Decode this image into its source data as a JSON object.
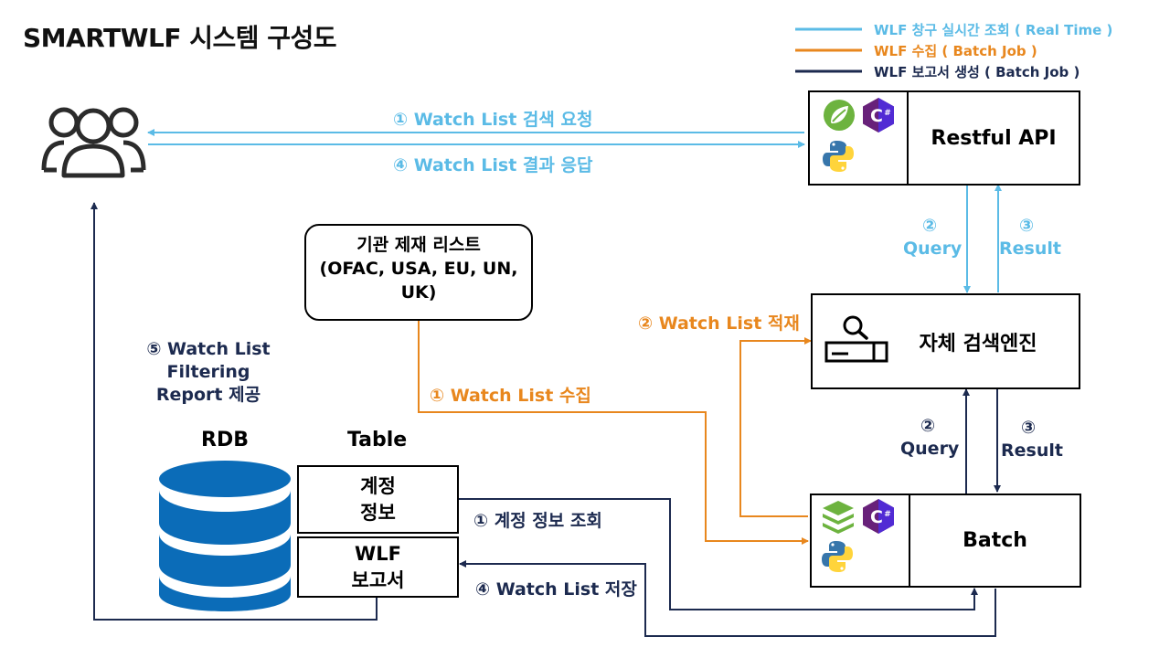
{
  "title": "SMARTWLF 시스템 구성도",
  "legend": [
    {
      "label": "WLF 창구 실시간 조회 ( Real Time )",
      "color": "#5bbbe6"
    },
    {
      "label": "WLF 수집 ( Batch Job )",
      "color": "#e8871e"
    },
    {
      "label": "WLF 보고서 생성 ( Batch Job )",
      "color": "#1c2a4f"
    }
  ],
  "nodes": {
    "users": {
      "icon": "users-icon"
    },
    "restful_api": {
      "label": "Restful API",
      "icons": [
        "spring-icon",
        "csharp-icon",
        "python-icon"
      ]
    },
    "search_engine": {
      "label": "자체 검색엔진",
      "icon": "search-engine-icon"
    },
    "batch": {
      "label": "Batch",
      "icons": [
        "spring-batch-icon",
        "csharp-icon",
        "python-icon"
      ]
    },
    "sanction_list": {
      "line1": "기관 제재 리스트",
      "line2": "(OFAC, USA, EU, UN,",
      "line3": "UK)"
    },
    "rdb": {
      "label": "RDB",
      "icon": "database-icon"
    },
    "table": {
      "label": "Table",
      "row1_line1": "계정",
      "row1_line2": "정보",
      "row2_line1": "WLF",
      "row2_line2": "보고서"
    }
  },
  "edges": {
    "request": "① Watch List 검색 요청",
    "response": "④ Watch List 결과 응답",
    "api_query_num": "②",
    "api_query": "Query",
    "api_result_num": "③",
    "api_result": "Result",
    "load": "② Watch List 적재",
    "collect": "① Watch List 수집",
    "batch_query_num": "②",
    "batch_query": "Query",
    "batch_result_num": "③",
    "batch_result": "Result",
    "account_lookup": "① 계정 정보 조회",
    "save": "④ Watch List 저장",
    "report_line1": "⑤ Watch List Filtering",
    "report_line2": "Report 제공"
  }
}
